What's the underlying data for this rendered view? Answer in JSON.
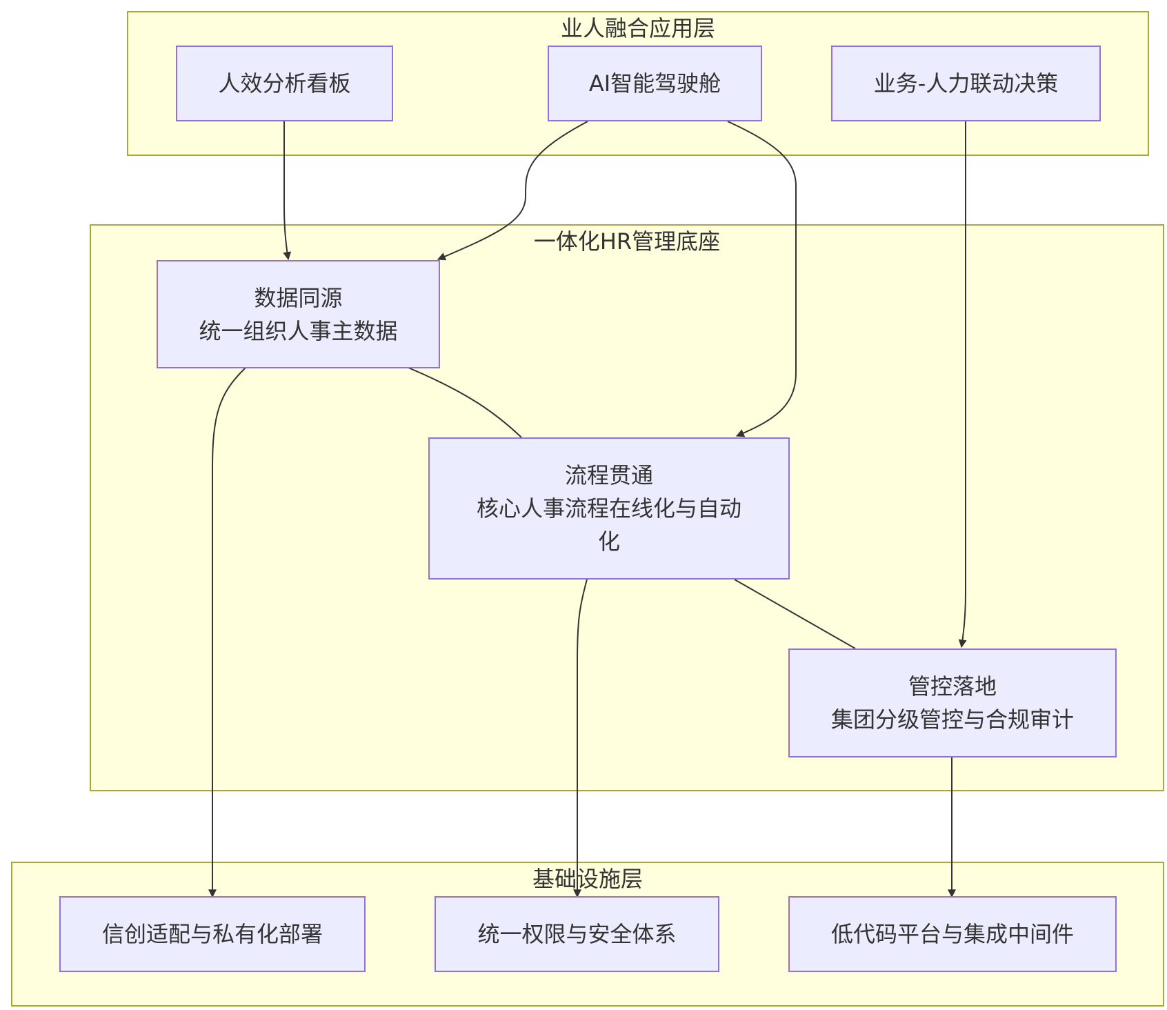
{
  "layers": {
    "app": {
      "title": "业人融合应用层"
    },
    "base": {
      "title": "一体化HR管理底座"
    },
    "infra": {
      "title": "基础设施层"
    }
  },
  "nodes": {
    "efficiency_board": {
      "label": "人效分析看板"
    },
    "ai_cockpit": {
      "label": "AI智能驾驶舱"
    },
    "business_hr_decision": {
      "label": "业务-人力联动决策"
    },
    "data_source": {
      "line1": "数据同源",
      "line2": "统一组织人事主数据"
    },
    "process_flow": {
      "line1": "流程贯通",
      "line2": "核心人事流程在线化与自动",
      "line3": "化"
    },
    "control": {
      "line1": "管控落地",
      "line2": "集团分级管控与合规审计"
    },
    "xinchuang": {
      "label": "信创适配与私有化部署"
    },
    "security": {
      "label": "统一权限与安全体系"
    },
    "lowcode": {
      "label": "低代码平台与集成中间件"
    }
  },
  "colors": {
    "layer_fill": "#ffffde",
    "layer_border": "#aaaa33",
    "node_fill": "#ececff",
    "node_border": "#9370db",
    "edge": "#333333",
    "text": "#333333"
  }
}
